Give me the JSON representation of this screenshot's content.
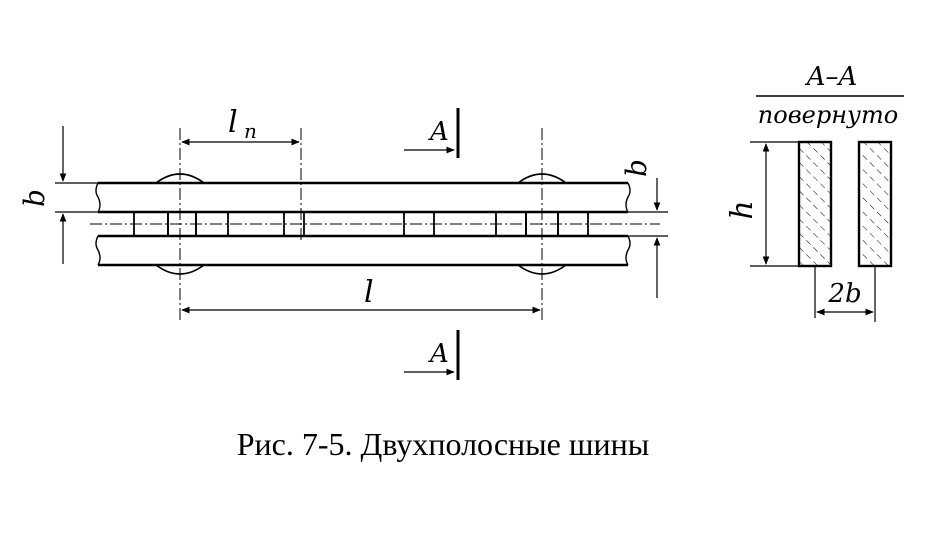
{
  "labels": {
    "l_n_main": "l",
    "l_n_sub": "п",
    "l": "l",
    "b_left": "b",
    "b_right": "b",
    "section_top": "A",
    "section_bottom": "A",
    "section_title": "A–A",
    "section_note": "повернуто",
    "h": "h",
    "two_b": "2b"
  },
  "caption": "Рис.  7-5.  Двухполосные  шины",
  "colors": {
    "ink": "#000000",
    "paper": "#ffffff"
  }
}
